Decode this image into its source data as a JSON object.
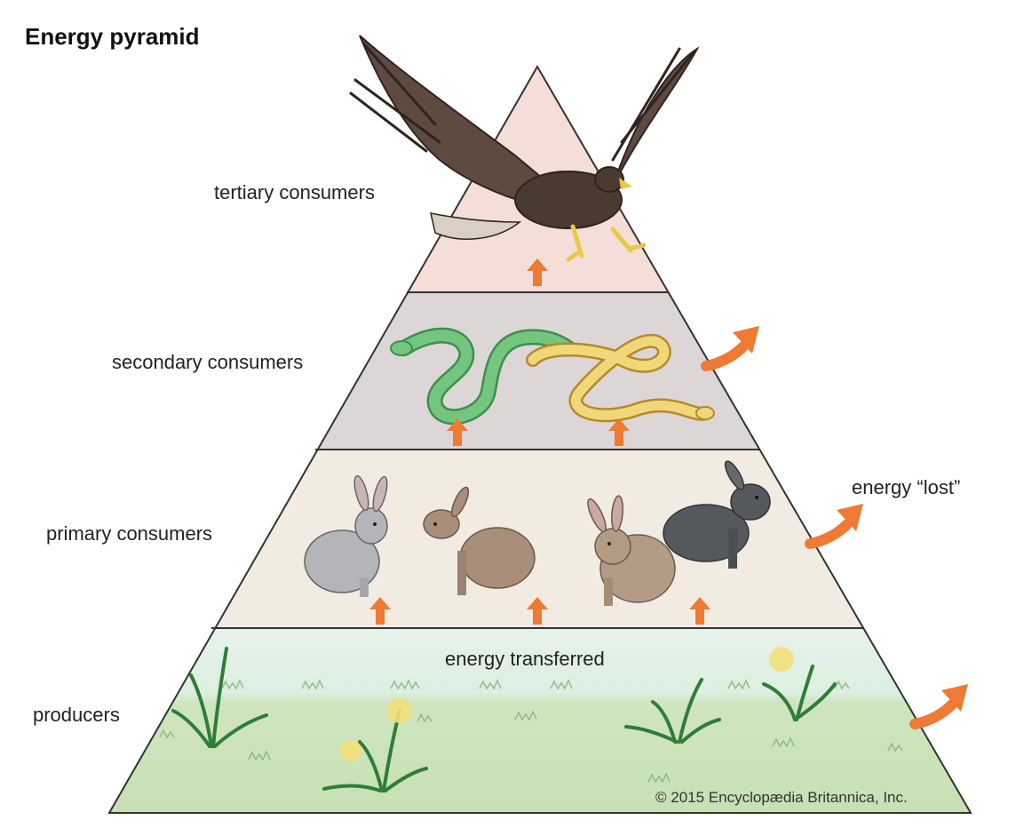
{
  "title": "Energy pyramid",
  "levels": [
    {
      "label": "tertiary consumers",
      "fill": "#f6ded8"
    },
    {
      "label": "secondary consumers",
      "fill": "#ddd6d6"
    },
    {
      "label": "primary consumers",
      "fill": "#f1ebe2"
    },
    {
      "label": "producers",
      "fill": "#cfe5bf"
    }
  ],
  "annotations": {
    "energy_transferred": "energy transferred",
    "energy_lost": "energy “lost”"
  },
  "credit": "© 2015 Encyclopædia Britannica, Inc.",
  "colors": {
    "arrow": "#ee7a33",
    "outline": "#333333",
    "grass": "#2f7d37",
    "flower": "#f4df7a"
  },
  "organisms": {
    "tertiary": [
      "eagle"
    ],
    "secondary": [
      "green snake",
      "yellow snake"
    ],
    "primary": [
      "gray rabbit",
      "brown hare",
      "brown rabbit",
      "black rabbit"
    ],
    "producers": [
      "grass",
      "dandelion"
    ]
  }
}
